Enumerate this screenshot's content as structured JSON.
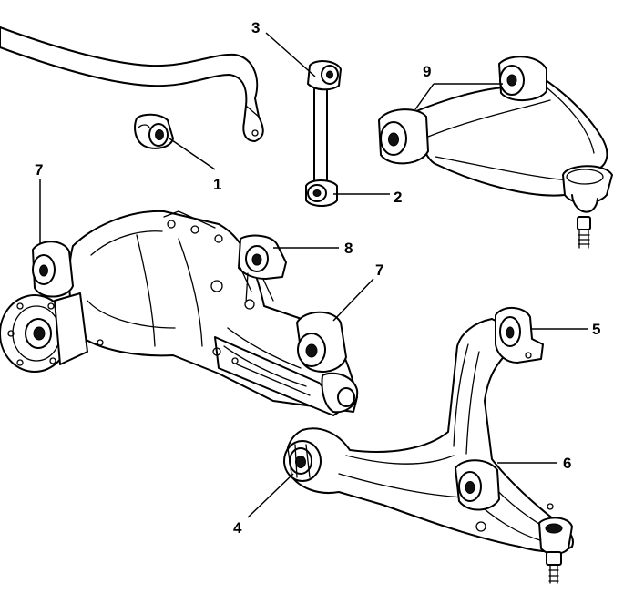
{
  "callouts": [
    {
      "id": "1",
      "text": "1"
    },
    {
      "id": "2",
      "text": "2"
    },
    {
      "id": "3",
      "text": "3"
    },
    {
      "id": "4",
      "text": "4"
    },
    {
      "id": "5",
      "text": "5"
    },
    {
      "id": "6",
      "text": "6"
    },
    {
      "id": "7a",
      "text": "7"
    },
    {
      "id": "7b",
      "text": "7"
    },
    {
      "id": "8",
      "text": "8"
    },
    {
      "id": "9",
      "text": "9"
    }
  ]
}
